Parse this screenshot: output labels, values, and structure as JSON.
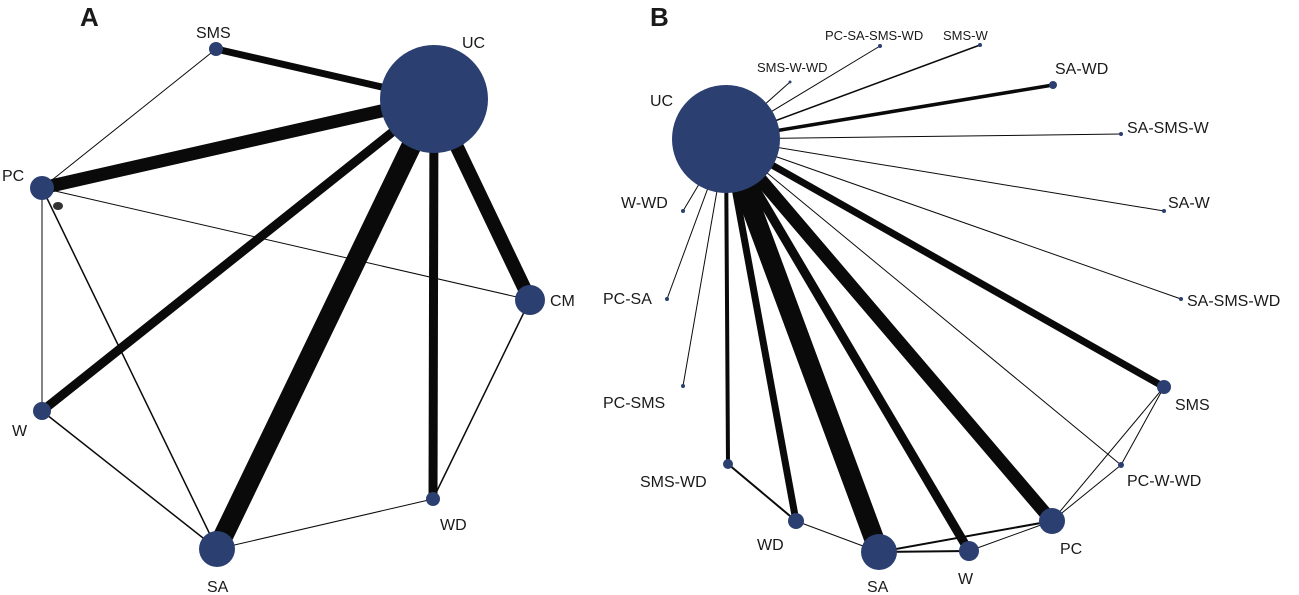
{
  "node_color": "#2b3f70",
  "edge_color": "#0a0a0a",
  "panels": [
    {
      "letter": "A",
      "nodes": [
        {
          "id": "UC",
          "label": "UC"
        },
        {
          "id": "SMS",
          "label": "SMS"
        },
        {
          "id": "PC",
          "label": "PC"
        },
        {
          "id": "CM",
          "label": "CM"
        },
        {
          "id": "W",
          "label": "W"
        },
        {
          "id": "WD",
          "label": "WD"
        },
        {
          "id": "SA",
          "label": "SA"
        }
      ],
      "edges": [
        {
          "from": "UC",
          "to": "SMS"
        },
        {
          "from": "UC",
          "to": "PC"
        },
        {
          "from": "UC",
          "to": "W"
        },
        {
          "from": "UC",
          "to": "SA"
        },
        {
          "from": "UC",
          "to": "WD"
        },
        {
          "from": "UC",
          "to": "CM"
        },
        {
          "from": "SMS",
          "to": "PC"
        },
        {
          "from": "PC",
          "to": "CM"
        },
        {
          "from": "PC",
          "to": "W"
        },
        {
          "from": "PC",
          "to": "SA"
        },
        {
          "from": "W",
          "to": "SA"
        },
        {
          "from": "SA",
          "to": "WD"
        },
        {
          "from": "WD",
          "to": "CM"
        }
      ]
    },
    {
      "letter": "B",
      "nodes": [
        {
          "id": "UC",
          "label": "UC"
        },
        {
          "id": "SMS-W-WD",
          "label": "SMS-W-WD"
        },
        {
          "id": "PC-SA-SMS-WD",
          "label": "PC-SA-SMS-WD"
        },
        {
          "id": "SMS-W",
          "label": "SMS-W"
        },
        {
          "id": "SA-WD",
          "label": "SA-WD"
        },
        {
          "id": "SA-SMS-W",
          "label": "SA-SMS-W"
        },
        {
          "id": "SA-W",
          "label": "SA-W"
        },
        {
          "id": "SA-SMS-WD",
          "label": "SA-SMS-WD"
        },
        {
          "id": "W-WD",
          "label": "W-WD"
        },
        {
          "id": "PC-SA",
          "label": "PC-SA"
        },
        {
          "id": "PC-SMS",
          "label": "PC-SMS"
        },
        {
          "id": "SMS-WD",
          "label": "SMS-WD"
        },
        {
          "id": "WD",
          "label": "WD"
        },
        {
          "id": "SA",
          "label": "SA"
        },
        {
          "id": "W",
          "label": "W"
        },
        {
          "id": "PC",
          "label": "PC"
        },
        {
          "id": "PC-W-WD",
          "label": "PC-W-WD"
        },
        {
          "id": "SMS",
          "label": "SMS"
        }
      ],
      "edges": [
        {
          "from": "UC",
          "to": "SMS-W-WD"
        },
        {
          "from": "UC",
          "to": "PC-SA-SMS-WD"
        },
        {
          "from": "UC",
          "to": "SMS-W"
        },
        {
          "from": "UC",
          "to": "SA-WD"
        },
        {
          "from": "UC",
          "to": "SA-SMS-W"
        },
        {
          "from": "UC",
          "to": "SA-W"
        },
        {
          "from": "UC",
          "to": "SA-SMS-WD"
        },
        {
          "from": "UC",
          "to": "SMS"
        },
        {
          "from": "UC",
          "to": "PC-W-WD"
        },
        {
          "from": "UC",
          "to": "PC"
        },
        {
          "from": "UC",
          "to": "W"
        },
        {
          "from": "UC",
          "to": "SA"
        },
        {
          "from": "UC",
          "to": "WD"
        },
        {
          "from": "UC",
          "to": "SMS-WD"
        },
        {
          "from": "UC",
          "to": "PC-SMS"
        },
        {
          "from": "UC",
          "to": "PC-SA"
        },
        {
          "from": "UC",
          "to": "W-WD"
        },
        {
          "from": "SMS-WD",
          "to": "WD"
        },
        {
          "from": "WD",
          "to": "SA"
        },
        {
          "from": "SA",
          "to": "W"
        },
        {
          "from": "SA",
          "to": "PC"
        },
        {
          "from": "W",
          "to": "PC"
        },
        {
          "from": "PC",
          "to": "PC-W-WD"
        },
        {
          "from": "PC",
          "to": "SMS"
        },
        {
          "from": "PC-W-WD",
          "to": "SMS"
        }
      ]
    }
  ]
}
